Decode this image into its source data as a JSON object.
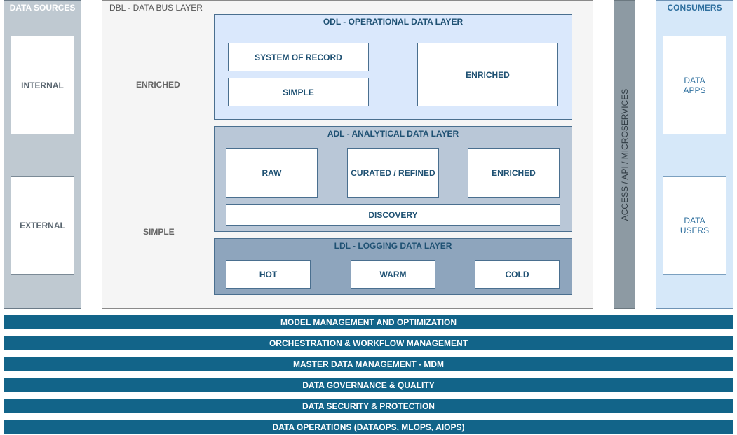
{
  "data_sources": {
    "title": "DATA SOURCES",
    "items": [
      {
        "label": "INTERNAL"
      },
      {
        "label": "EXTERNAL"
      }
    ]
  },
  "dbl": {
    "title": "DBL - DATA BUS LAYER",
    "left_labels": {
      "enriched": "ENRICHED",
      "simple": "SIMPLE"
    },
    "odl": {
      "title": "ODL - OPERATIONAL DATA LAYER",
      "system_of_record": "SYSTEM OF RECORD",
      "simple": "SIMPLE",
      "enriched": "ENRICHED"
    },
    "adl": {
      "title": "ADL - ANALYTICAL DATA LAYER",
      "raw": "RAW",
      "curated": "CURATED / REFINED",
      "enriched": "ENRICHED",
      "discovery": "DISCOVERY"
    },
    "ldl": {
      "title": "LDL - LOGGING DATA LAYER",
      "hot": "HOT",
      "warm": "WARM",
      "cold": "COLD"
    }
  },
  "access": {
    "label": "ACCESS / API / MICROSERVICES"
  },
  "consumers": {
    "title": "CONSUMERS",
    "items": [
      {
        "label": "DATA\nAPPS"
      },
      {
        "label": "DATA\nUSERS"
      }
    ]
  },
  "bars": [
    {
      "label": "MODEL MANAGEMENT AND OPTIMIZATION"
    },
    {
      "label": "ORCHESTRATION & WORKFLOW MANAGEMENT"
    },
    {
      "label": "MASTER DATA MANAGEMENT - MDM"
    },
    {
      "label": "DATA GOVERNANCE & QUALITY"
    },
    {
      "label": "DATA SECURITY & PROTECTION"
    },
    {
      "label": "DATA OPERATIONS (DATAOPS, MLOPS, AIOPS)"
    }
  ],
  "colors": {
    "data_sources_bg": "#bfc9d1",
    "consumers_bg": "#d6e8f9",
    "odl_bg": "#dae8fc",
    "adl_bg": "#b9c7d7",
    "ldl_bg": "#8ea5bd",
    "access_bg": "#8d9aa3",
    "bar_bg": "#126489"
  }
}
